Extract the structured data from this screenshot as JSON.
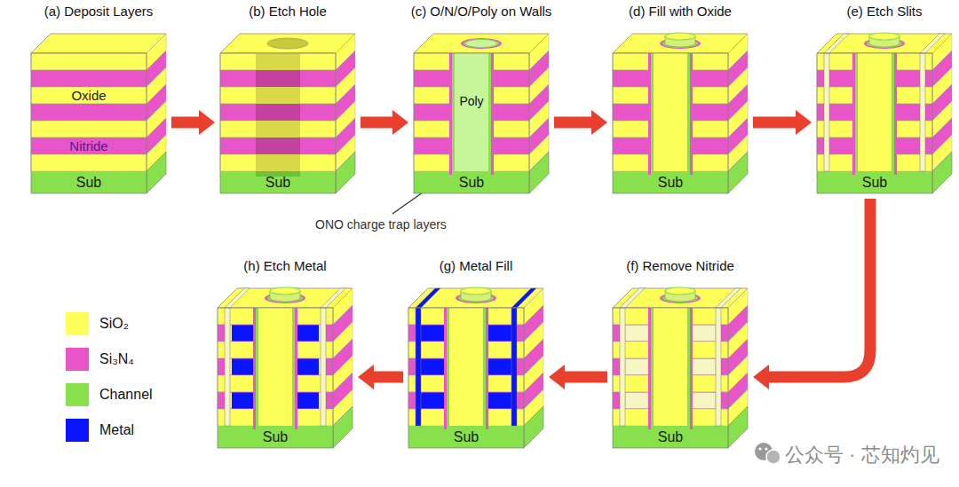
{
  "diagram": {
    "nodes": [
      {
        "text": [
          "(a) Deposit Layers",
          "Oxide",
          "Nitride",
          "Sub"
        ]
      },
      {
        "text": [
          "(b) Etch Hole",
          "Sub"
        ]
      },
      {
        "text": [
          "(c) O/N/O/Poly on Walls",
          "Poly",
          "Sub"
        ]
      },
      {
        "text": [
          "(d) Fill with Oxide",
          "Sub"
        ]
      },
      {
        "text": [
          "(e) Etch Slits",
          "Sub"
        ]
      },
      {
        "text": [
          "(f) Remove Nitride",
          "Sub"
        ]
      },
      {
        "text": [
          "(g) Metal Fill",
          "Sub"
        ]
      },
      {
        "text": [
          "(h) Etch Metal",
          "Sub"
        ]
      }
    ],
    "edges": [
      {
        "from": 0,
        "to": 1,
        "arrow": "to"
      },
      {
        "from": 1,
        "to": 2,
        "arrow": "to"
      },
      {
        "from": 2,
        "to": 3,
        "arrow": "to"
      },
      {
        "from": 3,
        "to": 4,
        "arrow": "to"
      },
      {
        "from": 4,
        "to": 5,
        "arrow": "to"
      },
      {
        "from": 5,
        "to": 6,
        "arrow": "to"
      },
      {
        "from": 6,
        "to": 7,
        "arrow": "to"
      }
    ],
    "labels": [
      "ONO charge trap layers",
      "公众号 · 芯知灼见"
    ],
    "legend": [
      {
        "text": "SiO₂",
        "color": "#ffff5a"
      },
      {
        "text": "Si₃N₄",
        "color": "#e855c8"
      },
      {
        "text": "Channel",
        "color": "#88e04c"
      },
      {
        "text": "Metal",
        "color": "#0a14ff"
      }
    ]
  }
}
